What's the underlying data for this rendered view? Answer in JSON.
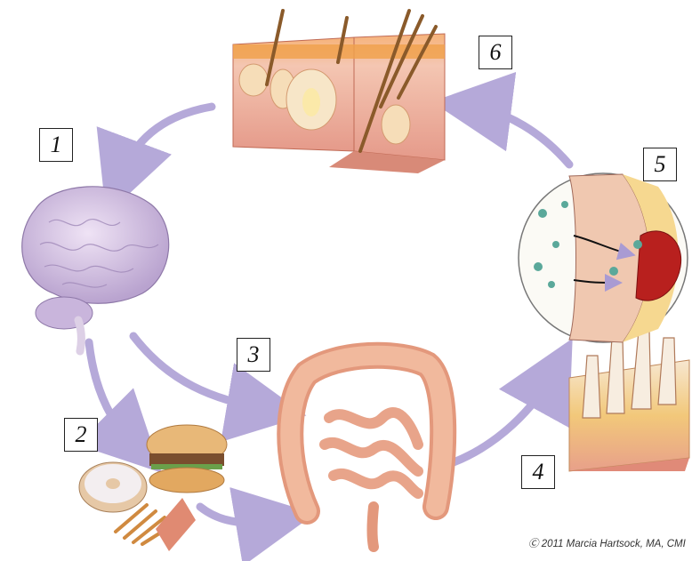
{
  "steps": [
    {
      "number": "1",
      "subject": "brain"
    },
    {
      "number": "2",
      "subject": "food"
    },
    {
      "number": "3",
      "subject": "intestines"
    },
    {
      "number": "4",
      "subject": "intestinal-wall"
    },
    {
      "number": "5",
      "subject": "gut-barrier-closeup"
    },
    {
      "number": "6",
      "subject": "skin"
    }
  ],
  "credit": "2011 Marcia Hartsock, MA, CMI",
  "colors": {
    "arrow": "#a99bd3",
    "skin": "#f2b8a0",
    "brain": "#d9c6e6",
    "intestine": "#eba487"
  }
}
